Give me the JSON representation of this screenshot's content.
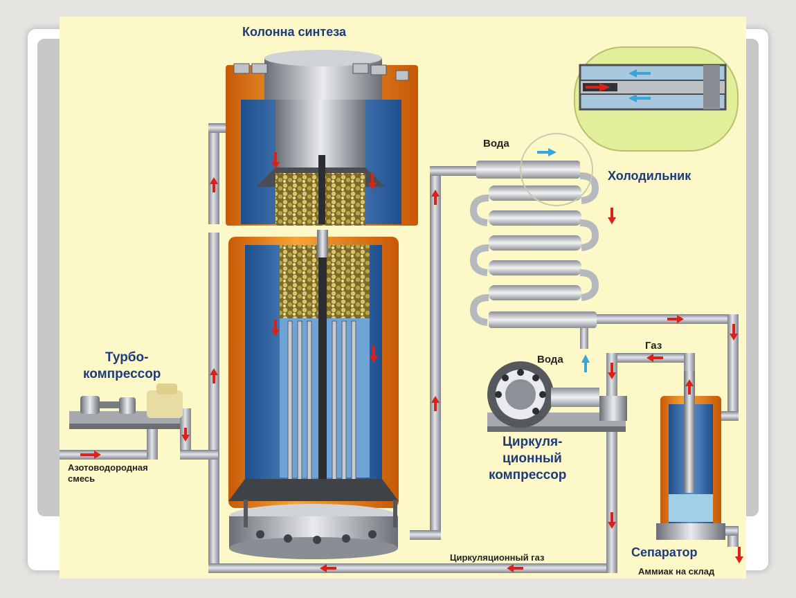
{
  "labels": {
    "synthesis_column": "Колонна синтеза",
    "turbo_1": "Турбо-",
    "turbo_2": "компрессор",
    "feed_1": "Азотоводородная",
    "feed_2": "смесь",
    "water_in": "Вода",
    "water_out": "Вода",
    "cooler": "Холодильник",
    "gas": "Газ",
    "circ_1": "Циркуля-",
    "circ_2": "ционный",
    "circ_3": "компрессор",
    "separator": "Сепаратор",
    "ammonia": "Аммиак на склад",
    "circ_gas": "Циркуляционный газ"
  },
  "colors": {
    "background": "#fdf8c8",
    "shell_orange": "#e87a18",
    "inner_blue": "#3a74b8",
    "pipe_gray": "#a9adb3",
    "flow_arrow": "#d9231a",
    "water_arrow": "#3aa6d8",
    "label_blue": "#1f3a7a"
  },
  "icons": [
    "flow-arrow-icon",
    "water-arrow-icon"
  ]
}
